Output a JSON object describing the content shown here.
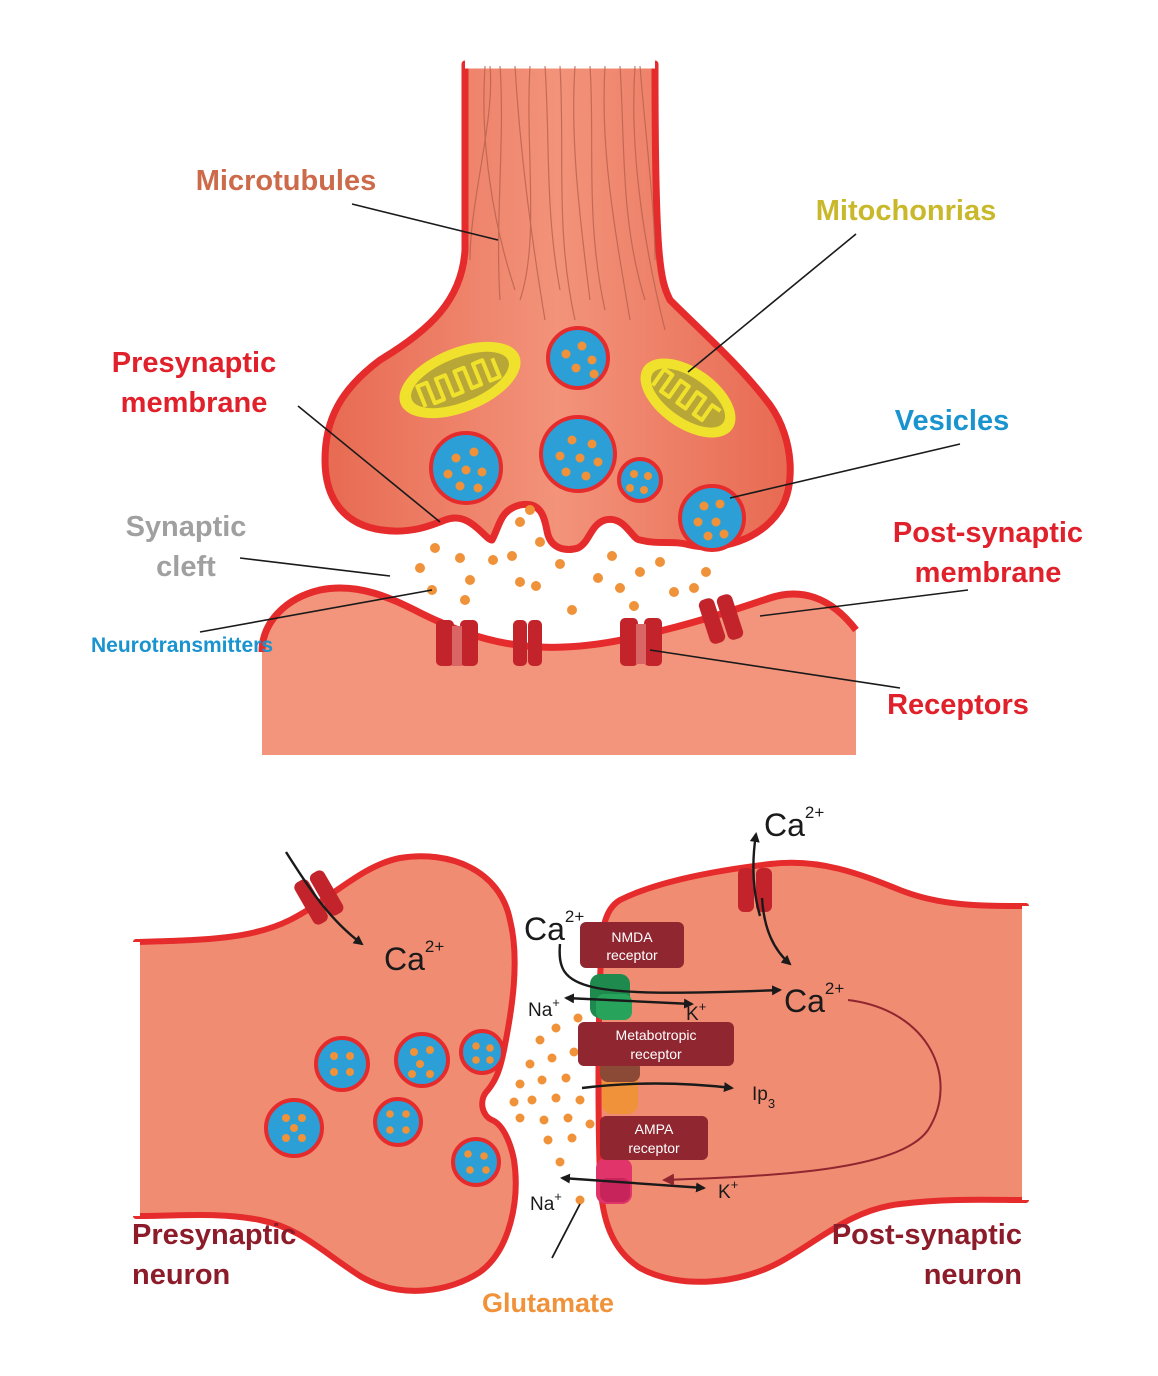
{
  "colors": {
    "membrane": "#e52b2b",
    "cell_fill": "#f08c72",
    "cell_fill_dark": "#e86a52",
    "vesicle": "#2b9fd6",
    "transmitter": "#f0923a",
    "mito_outer": "#f0e22c",
    "mito_inner": "#b8a636",
    "receptor": "#c3232a",
    "receptor_box": "#8f2630",
    "label_red": "#e0202a",
    "label_dark_red": "#8c1c2a",
    "label_blue": "#1a94cf",
    "label_gray": "#a0a0a0",
    "label_olive": "#c8b82a",
    "label_brown": "#cc6a4a",
    "label_orange": "#f0923a"
  },
  "top": {
    "microtubules": "Microtubules",
    "mitochondrias": "Mitochonrias",
    "presynaptic_membrane_1": "Presynaptic",
    "presynaptic_membrane_2": "membrane",
    "vesicles": "Vesicles",
    "synaptic_cleft_1": "Synaptic",
    "synaptic_cleft_2": "cleft",
    "postsynaptic_membrane_1": "Post-synaptic",
    "postsynaptic_membrane_2": "membrane",
    "neurotransmitters": "Neurotransmitters",
    "receptors": "Receptors"
  },
  "bottom": {
    "presynaptic_neuron_1": "Presynaptic",
    "presynaptic_neuron_2": "neuron",
    "postsynaptic_neuron_1": "Post-synaptic",
    "postsynaptic_neuron_2": "neuron",
    "glutamate": "Glutamate",
    "nmda_1": "NMDA",
    "nmda_2": "receptor",
    "metabotropic_1": "Metabotropic",
    "metabotropic_2": "receptor",
    "ampa_1": "AMPA",
    "ampa_2": "receptor",
    "ca": "Ca",
    "ca_charge": "2+",
    "na": "Na",
    "k": "K",
    "plus": "+",
    "ip": "Ip",
    "ip_sub": "3"
  }
}
